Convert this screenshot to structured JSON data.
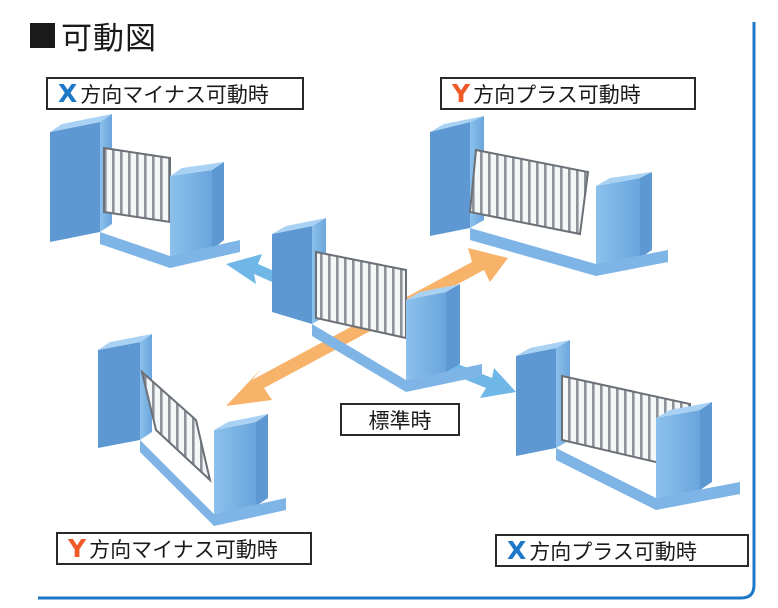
{
  "heading": {
    "text": "可動図"
  },
  "labels": {
    "x_minus": {
      "axis": "X",
      "text": "方向マイナス可動時"
    },
    "y_plus": {
      "axis": "Y",
      "text": "方向プラス可動時"
    },
    "y_minus": {
      "axis": "Y",
      "text": "方向マイナス可動時"
    },
    "x_plus": {
      "axis": "X",
      "text": "方向プラス可動時"
    },
    "standard": {
      "text": "標準時"
    }
  },
  "colors": {
    "axis_x": "#1e78c8",
    "axis_y": "#f05a28",
    "arrow_y": "#f7b36a",
    "arrow_x": "#6fb7e6",
    "wall": "#7fb5e6",
    "wall_dark": "#5e98d2",
    "frame": "#1e78c8"
  },
  "icons": [
    "gate-standard-icon",
    "gate-x-minus-icon",
    "gate-y-plus-icon",
    "gate-y-minus-icon",
    "gate-x-plus-icon"
  ]
}
